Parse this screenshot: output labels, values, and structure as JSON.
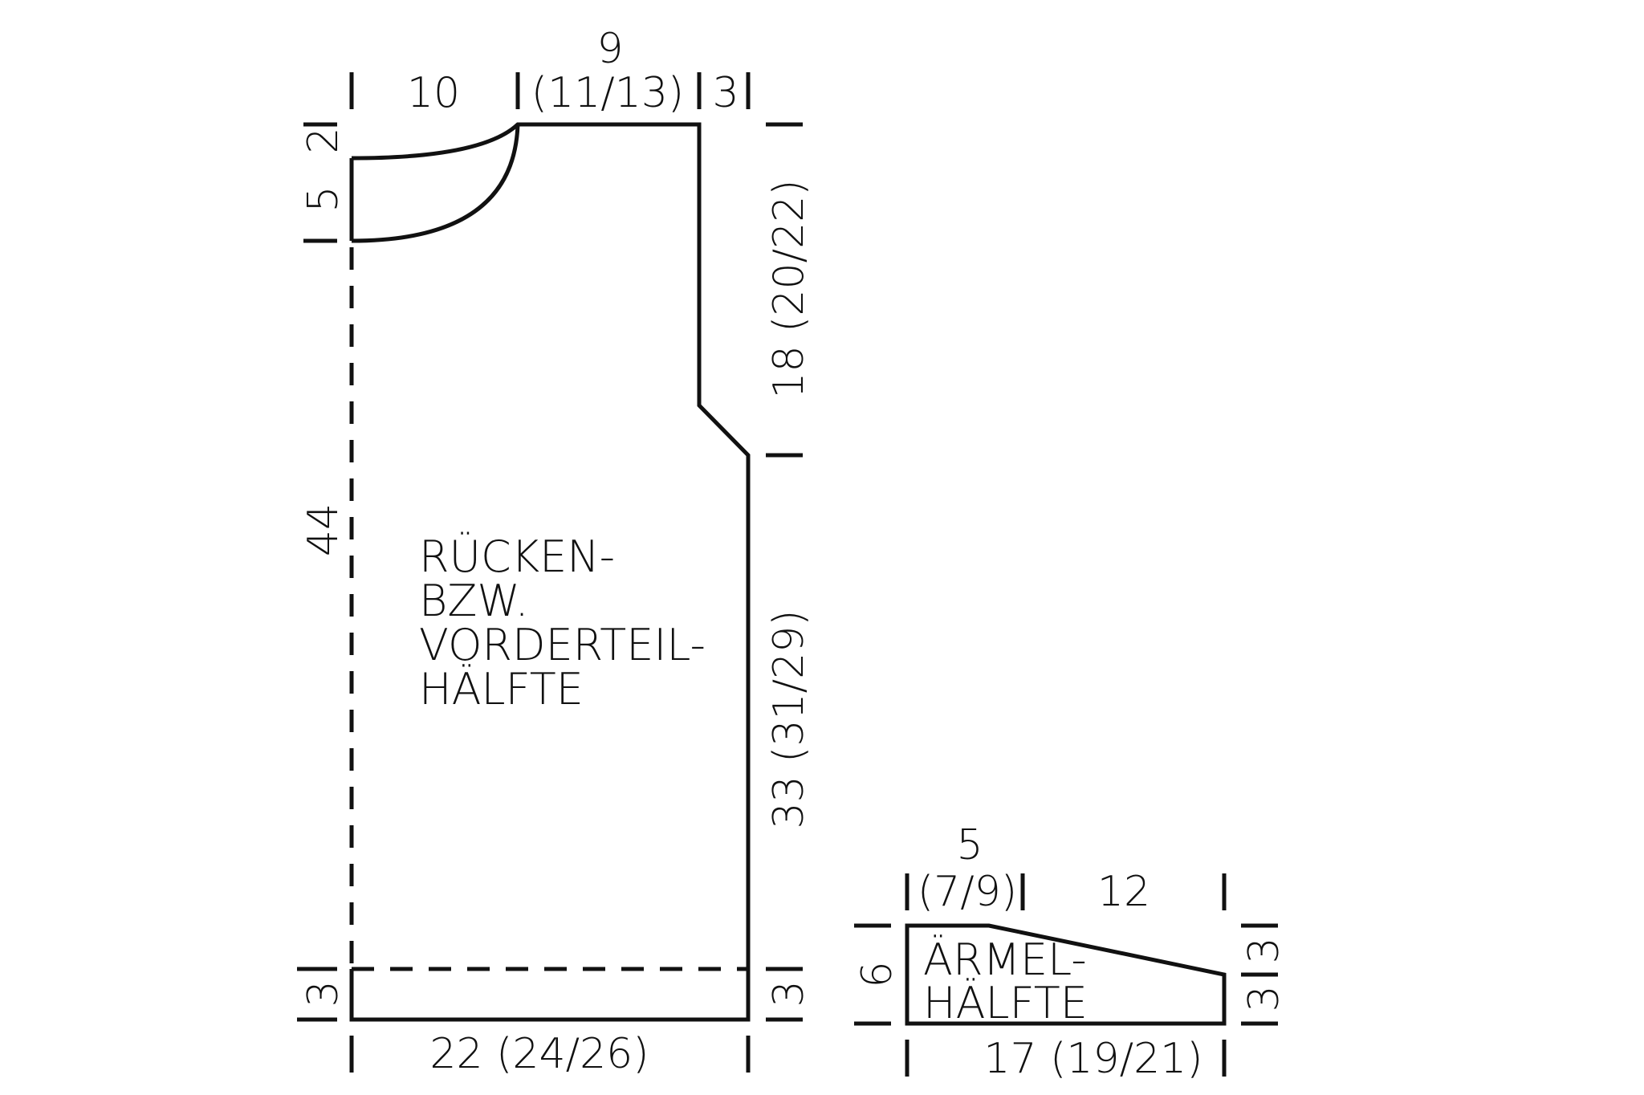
{
  "body_piece": {
    "label_lines": [
      "RÜCKEN-",
      "BZW.",
      "VORDERTEIL-",
      "HÄLFTE"
    ],
    "dim_top_left": "10",
    "dim_top_mid_line1": "9",
    "dim_top_mid_line2": "(11/13)",
    "dim_top_right": "3",
    "dim_neck_top": "2",
    "dim_neck_depth": "5",
    "dim_height_left": "44",
    "dim_armhole": "18 (20/22)",
    "dim_side": "33 (31/29)",
    "dim_hem_left": "3",
    "dim_hem_right": "3",
    "dim_width": "22 (24/26)"
  },
  "sleeve_piece": {
    "label_lines": [
      "ÄRMEL-",
      "HÄLFTE"
    ],
    "dim_top_left_line1": "5",
    "dim_top_left_line2": "(7/9)",
    "dim_top_right": "12",
    "dim_height": "6",
    "dim_right_top": "3",
    "dim_right_bottom": "3",
    "dim_width": "17 (19/21)"
  }
}
